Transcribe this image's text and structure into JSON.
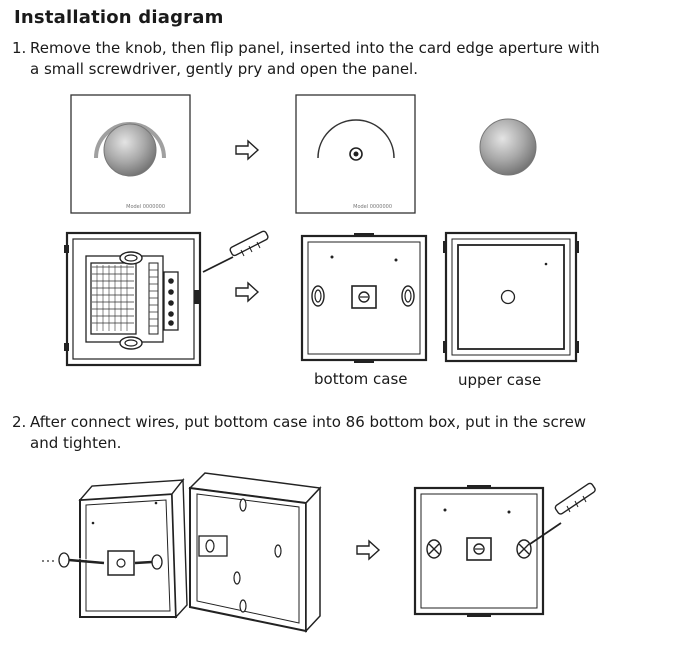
{
  "title": "Installation diagram",
  "steps": [
    {
      "number": "1.",
      "line1": "Remove the knob, then flip panel, inserted into the card edge aperture with",
      "line2": "a small screwdriver, gently pry and open the panel."
    },
    {
      "number": "2.",
      "line1": "After connect wires, put bottom case into 86 bottom box, put in the screw",
      "line2": "and tighten."
    }
  ],
  "captions": {
    "bottom_case": "bottom case",
    "upper_case": "upper case"
  },
  "panel_labels": {
    "panel_a": "Model 0000000",
    "panel_b": "Model 0000000"
  },
  "colors": {
    "line": "#222222",
    "knob_dark": "#7d7d7d",
    "knob_light": "#dcdcdc",
    "arc": "#9a9a9a"
  }
}
